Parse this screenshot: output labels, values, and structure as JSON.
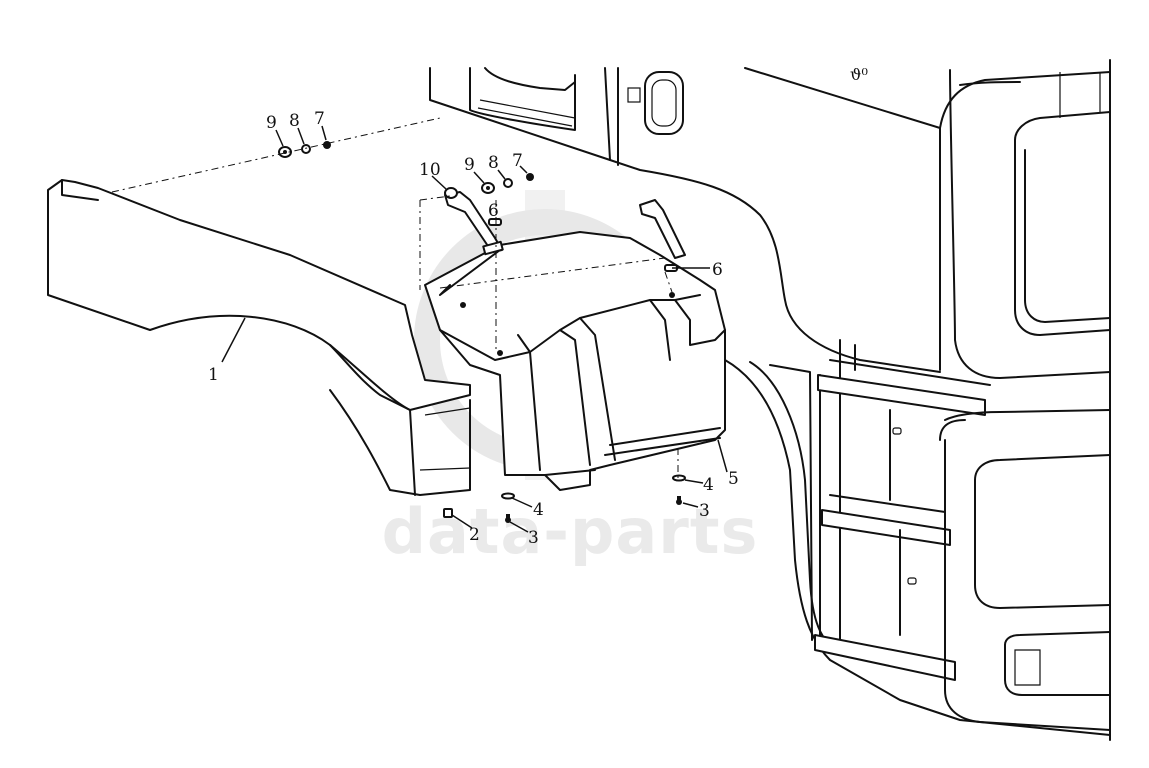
{
  "diagram": {
    "watermark": {
      "logo_letters": "GB",
      "text": "data-parts"
    },
    "callouts": [
      {
        "id": "c1",
        "label": "1"
      },
      {
        "id": "c2",
        "label": "2"
      },
      {
        "id": "c3a",
        "label": "3"
      },
      {
        "id": "c3b",
        "label": "3"
      },
      {
        "id": "c4a",
        "label": "4"
      },
      {
        "id": "c4b",
        "label": "4"
      },
      {
        "id": "c5",
        "label": "5"
      },
      {
        "id": "c6a",
        "label": "6"
      },
      {
        "id": "c6b",
        "label": "6"
      },
      {
        "id": "c7a",
        "label": "7"
      },
      {
        "id": "c7b",
        "label": "7"
      },
      {
        "id": "c8a",
        "label": "8"
      },
      {
        "id": "c8b",
        "label": "8"
      },
      {
        "id": "c9a",
        "label": "9"
      },
      {
        "id": "c9b",
        "label": "9"
      },
      {
        "id": "c10",
        "label": "10"
      }
    ]
  }
}
